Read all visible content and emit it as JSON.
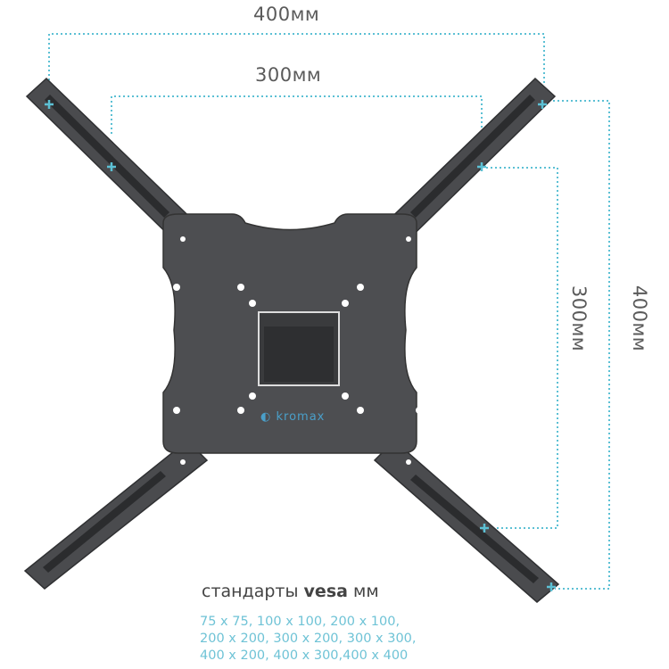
{
  "dimensions": {
    "top_outer": "400мм",
    "top_inner": "300мм",
    "right_inner": "300мм",
    "right_outer": "400мм"
  },
  "brand": {
    "logo_text": "kromax"
  },
  "vesa": {
    "title_prefix": "стандарты",
    "title_bold": "vesa",
    "title_suffix": "мм",
    "lines": [
      "75 x 75, 100 x 100, 200 x 100,",
      "200 x 200, 300 x 200, 300 x 300,",
      "400 x 200, 400 x 300,400 x 400"
    ]
  },
  "colors": {
    "accent": "#5cc0d4",
    "metal": "#4a4b4e",
    "text": "#4a4a4a"
  }
}
